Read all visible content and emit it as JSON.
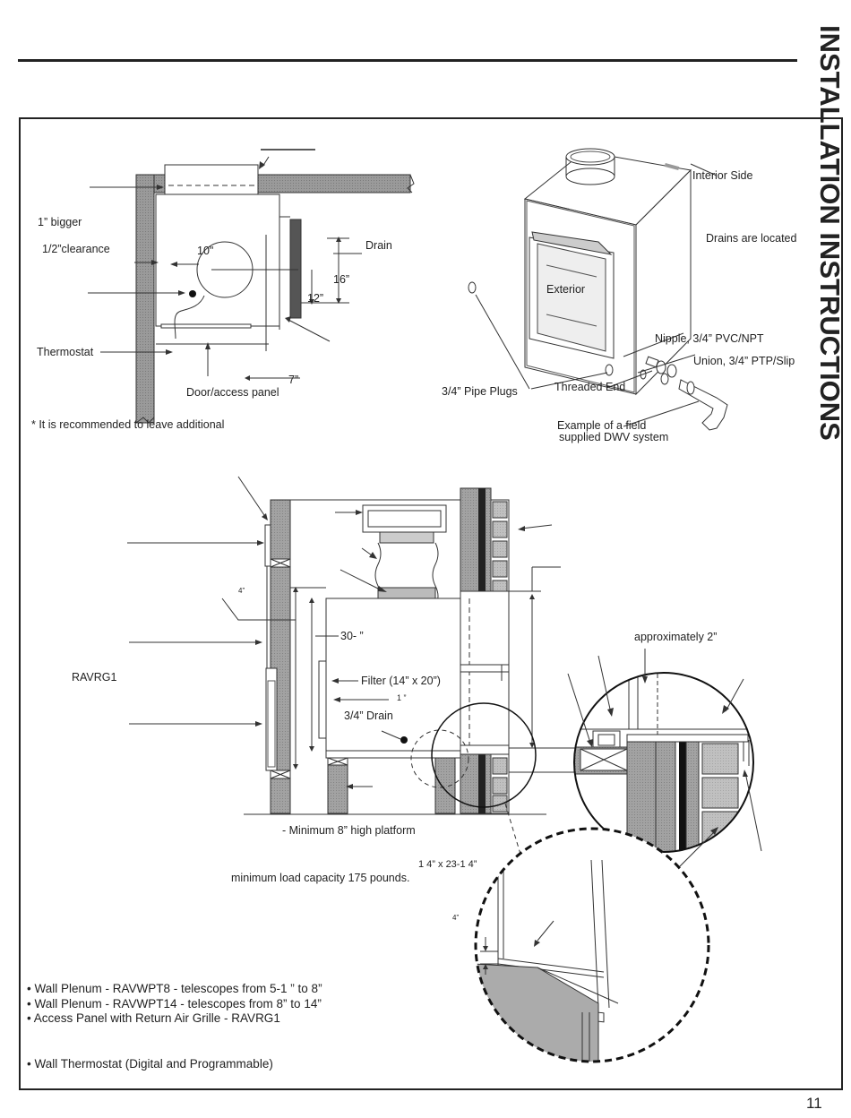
{
  "page": {
    "side_title": "INSTALLATION INSTRUCTIONS",
    "page_number": "11"
  },
  "fig_top_left": {
    "labels": {
      "bigger": "1” bigger",
      "clearance": "1/2”clearance",
      "dim_10": "10\"",
      "dim_16": "16”",
      "dim_12": "12”",
      "dim_7": "7”",
      "drain": "Drain",
      "thermostat": "Thermostat",
      "door": "Door/access panel"
    },
    "note": "* It is recommended to leave additional"
  },
  "fig_top_right": {
    "labels": {
      "interior": "Interior Side",
      "drains": "Drains are located",
      "exterior": "Exterior",
      "nipple": "Nipple,  3/4” PVC/NPT",
      "union": "Union,  3/4” PTP/Slip",
      "threaded": "Threaded End",
      "plugs": "3/4” Pipe Plugs",
      "example_1": "Example of a field",
      "example_2": "supplied DWV system"
    }
  },
  "fig_middle": {
    "labels": {
      "quarter": "4”",
      "dim_30": "30-   ”",
      "ravrg1": "RAVRG1",
      "filter": "Filter (14” x 20”)",
      "one": "1   ”",
      "drain_34": "3/4” Drain",
      "approx": "approximately 2”",
      "platform": "- Minimum 8” high platform",
      "dims": "1  4” x 23-1  4”",
      "load": "minimum load capacity 175 pounds.",
      "detail_quarter": "4”"
    }
  },
  "bullets": [
    "•    Wall Plenum - RAVWPT8 - telescopes from 5-1   ” to 8”",
    "•    Wall Plenum - RAVWPT14 - telescopes from 8” to 14”",
    "•    Access Panel with Return Air Grille - RAVRG1",
    "•    Wall Thermostat (Digital and Programmable)"
  ]
}
